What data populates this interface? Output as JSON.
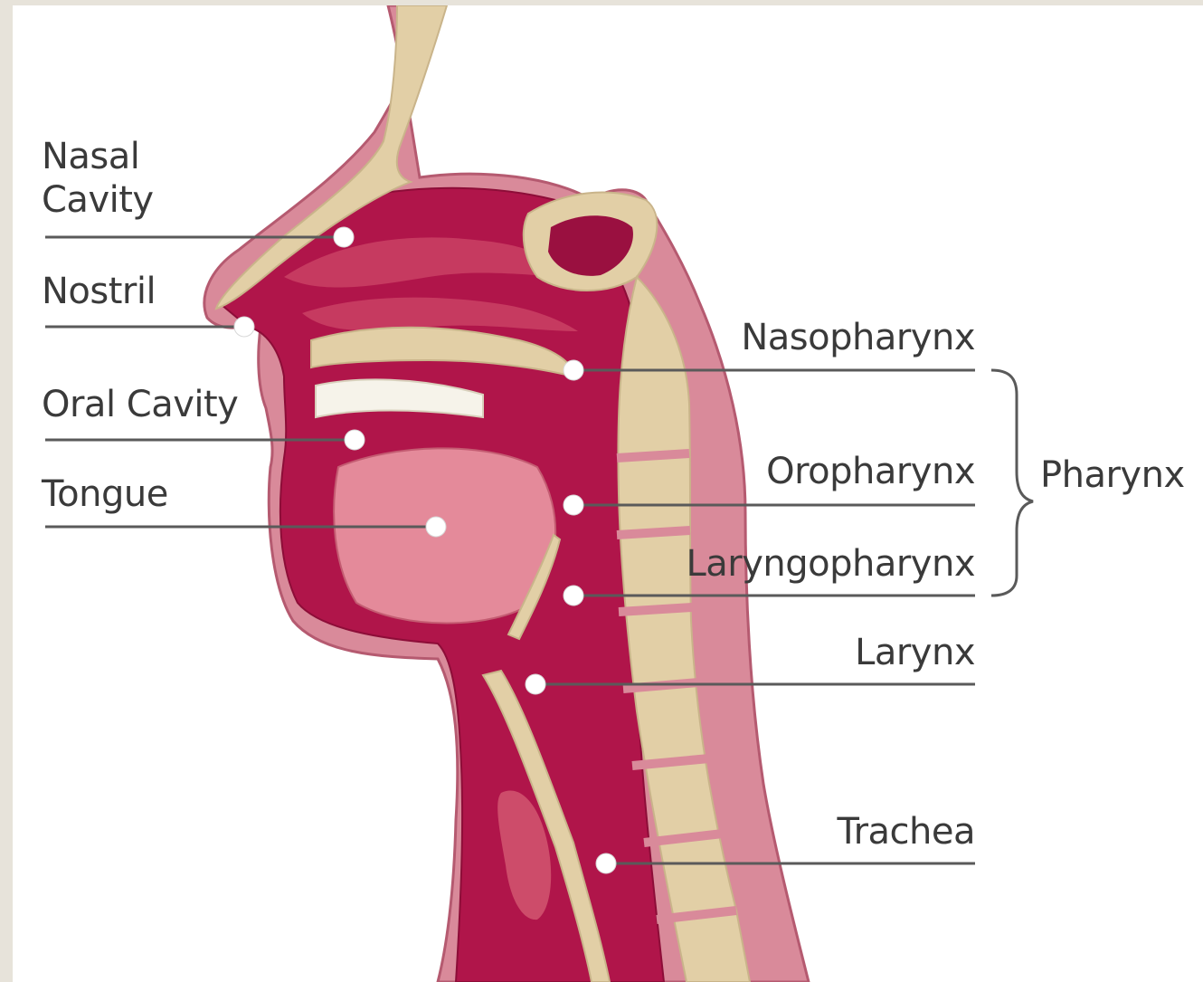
{
  "labels_left": {
    "nasal_cavity_line1": "Nasal",
    "nasal_cavity_line2": "Cavity",
    "nostril": "Nostril",
    "oral_cavity": "Oral Cavity",
    "tongue": "Tongue"
  },
  "labels_right": {
    "nasopharynx": "Nasopharynx",
    "oropharynx": "Oropharynx",
    "laryngopharynx": "Laryngopharynx",
    "larynx": "Larynx",
    "trachea": "Trachea"
  },
  "group_label": {
    "pharynx": "Pharynx"
  },
  "colors": {
    "tissue": "#b0154a",
    "tissue_dark": "#8d0d38",
    "tissue_light": "#d55a72",
    "skin": "#d98a9a",
    "bone": "#e2cfa6",
    "bone_edge": "#c9b48a",
    "label_text": "#3a3a3a",
    "leader_line": "#5a5a5a",
    "page_border": "#e7e3da"
  }
}
